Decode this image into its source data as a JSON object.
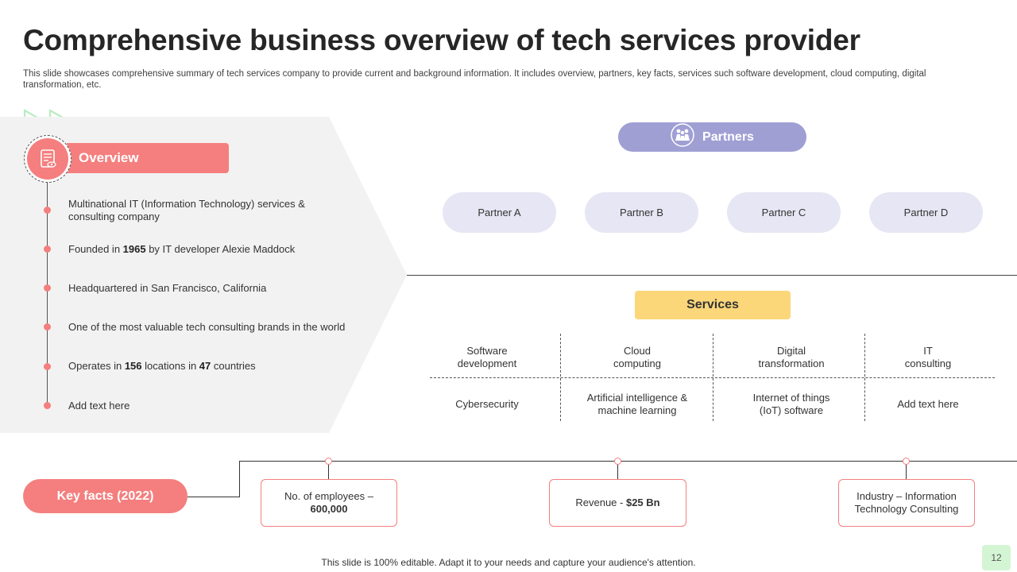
{
  "header": {
    "title": "Comprehensive business overview of tech services provider",
    "subtitle": "This slide showcases comprehensive summary of tech services company to provide current and background information. It includes overview, partners, key facts, services such software development, cloud computing, digital transformation, etc."
  },
  "overview": {
    "label": "Overview",
    "icon": "document-icon",
    "items": [
      {
        "pre": "Multinational IT (Information Technology) services & consulting company",
        "bold1": "",
        "mid": "",
        "bold2": "",
        "post": ""
      },
      {
        "pre": "Founded in ",
        "bold1": "1965",
        "mid": " by IT developer Alexie Maddock",
        "bold2": "",
        "post": ""
      },
      {
        "pre": "Headquartered in San Francisco, California",
        "bold1": "",
        "mid": "",
        "bold2": "",
        "post": ""
      },
      {
        "pre": "One of the most valuable tech consulting brands in the world",
        "bold1": "",
        "mid": "",
        "bold2": "",
        "post": ""
      },
      {
        "pre": "Operates in ",
        "bold1": "156",
        "mid": " locations in ",
        "bold2": "47",
        "post": " countries"
      },
      {
        "pre": "Add text here",
        "bold1": "",
        "mid": "",
        "bold2": "",
        "post": ""
      }
    ]
  },
  "partners": {
    "label": "Partners",
    "icon": "people-icon",
    "items": [
      "Partner A",
      "Partner B",
      "Partner C",
      "Partner D"
    ]
  },
  "services": {
    "label": "Services",
    "row1": [
      {
        "line1": "Software",
        "line2": "development"
      },
      {
        "line1": "Cloud",
        "line2": "computing"
      },
      {
        "line1": "Digital",
        "line2": "transformation"
      },
      {
        "line1": "IT",
        "line2": "consulting"
      }
    ],
    "row2": [
      {
        "line1": "Cybersecurity",
        "line2": ""
      },
      {
        "line1": "Artificial intelligence &",
        "line2": "machine learning"
      },
      {
        "line1": "Internet of things",
        "line2": "(IoT) software"
      },
      {
        "line1": "Add text here",
        "line2": ""
      }
    ]
  },
  "key_facts": {
    "label": "Key facts (2022)",
    "employees": {
      "line1": "No. of employees –",
      "line2": "600,000"
    },
    "revenue": {
      "pre": "Revenue - ",
      "bold": "$25 Bn"
    },
    "industry": {
      "line1": "Industry – Information",
      "line2": "Technology Consulting"
    }
  },
  "footer": {
    "note": "This slide is 100% editable. Adapt it to your needs and capture your audience's attention.",
    "page_number": "12"
  },
  "colors": {
    "coral": "#f47f7e",
    "lavender": "#a09fd4",
    "partner_bg": "#e6e6f4",
    "yellow": "#fbd77a",
    "panel_gray": "#f2f2f2",
    "arrow_green": "#b8ecc0"
  }
}
